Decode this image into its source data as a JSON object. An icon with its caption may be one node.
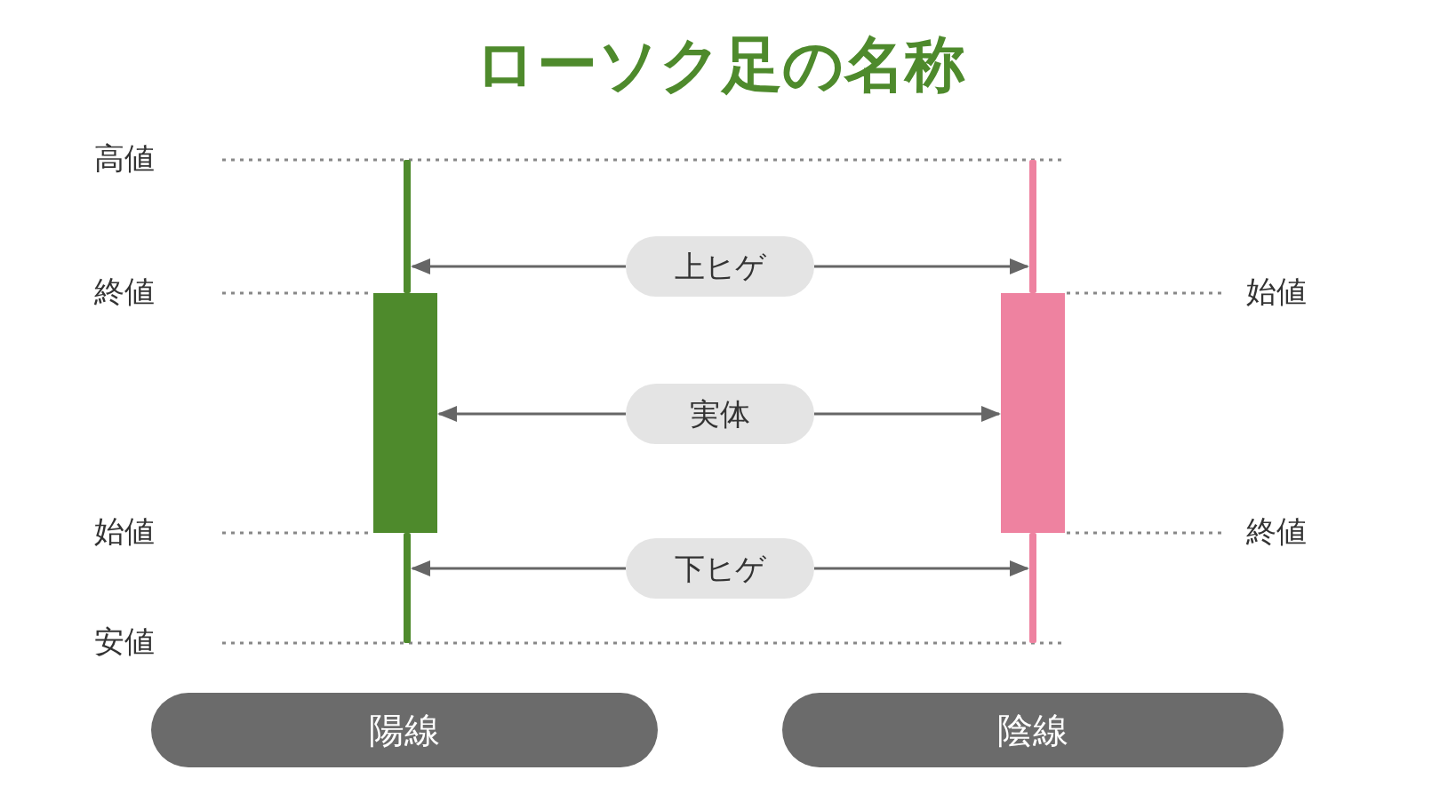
{
  "diagram": {
    "title": "ローソク足の名称",
    "nodes": [
      {
        "text": [
          "陽線"
        ]
      },
      {
        "text": [
          "陰線"
        ]
      },
      {
        "text": [],
        "shape": "bar"
      },
      {
        "text": [],
        "shape": "box"
      },
      {
        "text": [],
        "shape": "bar"
      },
      {
        "text": [],
        "shape": "bar"
      },
      {
        "text": [],
        "shape": "box"
      },
      {
        "text": [],
        "shape": "bar"
      },
      {
        "text": [
          "上ヒゲ"
        ]
      },
      {
        "text": [
          "実体"
        ]
      },
      {
        "text": [
          "下ヒゲ"
        ]
      }
    ],
    "edges": [
      {
        "from": 8,
        "to": 2,
        "arrow": "to"
      },
      {
        "from": 8,
        "to": 5,
        "arrow": "to"
      },
      {
        "from": 9,
        "to": 3,
        "arrow": "to"
      },
      {
        "from": 9,
        "to": 6,
        "arrow": "to"
      },
      {
        "from": 10,
        "to": 4,
        "arrow": "to"
      },
      {
        "from": 10,
        "to": 7,
        "arrow": "to"
      }
    ],
    "labels": [
      "高値",
      "終値",
      "始値",
      "始値",
      "終値",
      "安値"
    ]
  }
}
